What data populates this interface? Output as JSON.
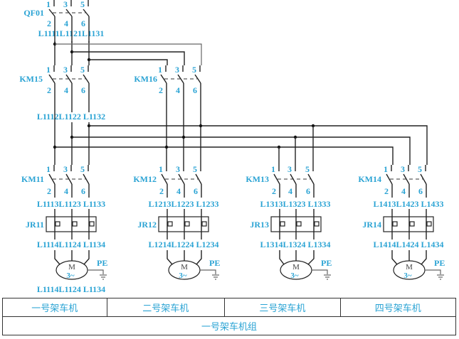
{
  "colors": {
    "label": "#2aa3d4",
    "wire": "#222222",
    "table_border": "#333333"
  },
  "breaker": {
    "name": "QF01",
    "pins_top": [
      "1",
      "3",
      "5"
    ],
    "pins_bottom": [
      "2",
      "4",
      "6"
    ],
    "outputs": [
      "L1111",
      "L1121",
      "L1131"
    ]
  },
  "reversing_contactors": [
    {
      "name": "KM15",
      "pins_top": [
        "1",
        "3",
        "5"
      ],
      "pins_bottom": [
        "2",
        "4",
        "6"
      ],
      "outputs": [
        "L1112",
        "L1122",
        "L1132"
      ]
    },
    {
      "name": "KM16",
      "pins_top": [
        "1",
        "3",
        "5"
      ],
      "pins_bottom": [
        "2",
        "4",
        "6"
      ]
    }
  ],
  "units": [
    {
      "contactor": "KM11",
      "relay": "JR11",
      "pins_top": [
        "1",
        "3",
        "5"
      ],
      "pins_bottom": [
        "2",
        "4",
        "6"
      ],
      "contactor_outputs": [
        "L1113",
        "L1123",
        "L1133"
      ],
      "relay_outputs": [
        "L1114",
        "L1124",
        "L1134"
      ],
      "motor_label_top": "M",
      "motor_label_bottom": "3~",
      "pe": "PE",
      "motor_terminals": [
        "L1114",
        "L1124",
        "L1134"
      ]
    },
    {
      "contactor": "KM12",
      "relay": "JR12",
      "pins_top": [
        "1",
        "3",
        "5"
      ],
      "pins_bottom": [
        "2",
        "4",
        "6"
      ],
      "contactor_outputs": [
        "L1213",
        "L1223",
        "L1233"
      ],
      "relay_outputs": [
        "L1214",
        "L1224",
        "L1234"
      ],
      "motor_label_top": "M",
      "motor_label_bottom": "3~",
      "pe": "PE"
    },
    {
      "contactor": "KM13",
      "relay": "JR13",
      "pins_top": [
        "1",
        "3",
        "5"
      ],
      "pins_bottom": [
        "2",
        "4",
        "6"
      ],
      "contactor_outputs": [
        "L1313",
        "L1323",
        "L1333"
      ],
      "relay_outputs": [
        "L1314",
        "L1324",
        "L1334"
      ],
      "motor_label_top": "M",
      "motor_label_bottom": "3~",
      "pe": "PE"
    },
    {
      "contactor": "KM14",
      "relay": "JR14",
      "pins_top": [
        "1",
        "3",
        "5"
      ],
      "pins_bottom": [
        "2",
        "4",
        "6"
      ],
      "contactor_outputs": [
        "L1413",
        "L1423",
        "L1433"
      ],
      "relay_outputs": [
        "L1414",
        "L1424",
        "L1434"
      ],
      "motor_label_top": "M",
      "motor_label_bottom": "3~",
      "pe": "PE"
    }
  ],
  "table": {
    "cells": [
      "一号架车机",
      "二号架车机",
      "三号架车机",
      "四号架车机"
    ],
    "group": "一号架车机组"
  }
}
